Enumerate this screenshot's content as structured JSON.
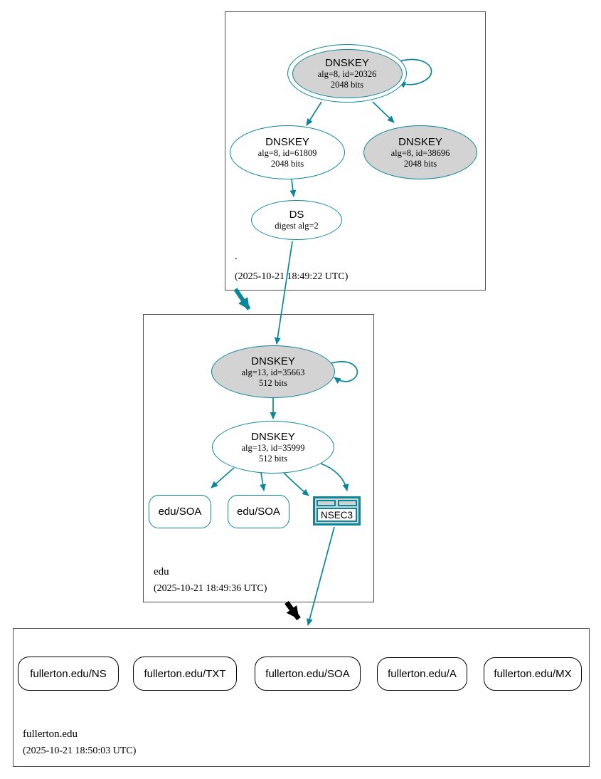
{
  "colors": {
    "secure_teal": "#0a879a",
    "insecure_black": "#000000",
    "key_fill_gray": "#d3d3d3",
    "node_fill_white": "#ffffff",
    "cluster_border_gray": "#4d4d4d"
  },
  "zones": [
    {
      "label": ".",
      "timestamp": "(2025-10-21 18:49:22 UTC)"
    },
    {
      "label": "edu",
      "timestamp": "(2025-10-21 18:49:36 UTC)"
    },
    {
      "label": "fullerton.edu",
      "timestamp": "(2025-10-21 18:50:03 UTC)"
    }
  ],
  "nodes": {
    "root_ksk": {
      "title": "DNSKEY",
      "detail1": "alg=8, id=20326",
      "detail2": "2048 bits"
    },
    "root_zsk": {
      "title": "DNSKEY",
      "detail1": "alg=8, id=61809",
      "detail2": "2048 bits"
    },
    "root_key_38696": {
      "title": "DNSKEY",
      "detail1": "alg=8, id=38696",
      "detail2": "2048 bits"
    },
    "root_ds": {
      "title": "DS",
      "detail1": "digest alg=2"
    },
    "edu_ksk": {
      "title": "DNSKEY",
      "detail1": "alg=13, id=35663",
      "detail2": "512 bits"
    },
    "edu_zsk": {
      "title": "DNSKEY",
      "detail1": "alg=13, id=35999",
      "detail2": "512 bits"
    },
    "edu_soa_1": {
      "label": "edu/SOA"
    },
    "edu_soa_2": {
      "label": "edu/SOA"
    },
    "edu_nsec3": {
      "label": "NSEC3"
    },
    "fullerton_ns": {
      "label": "fullerton.edu/NS"
    },
    "fullerton_txt": {
      "label": "fullerton.edu/TXT"
    },
    "fullerton_soa": {
      "label": "fullerton.edu/SOA"
    },
    "fullerton_a": {
      "label": "fullerton.edu/A"
    },
    "fullerton_mx": {
      "label": "fullerton.edu/MX"
    }
  }
}
